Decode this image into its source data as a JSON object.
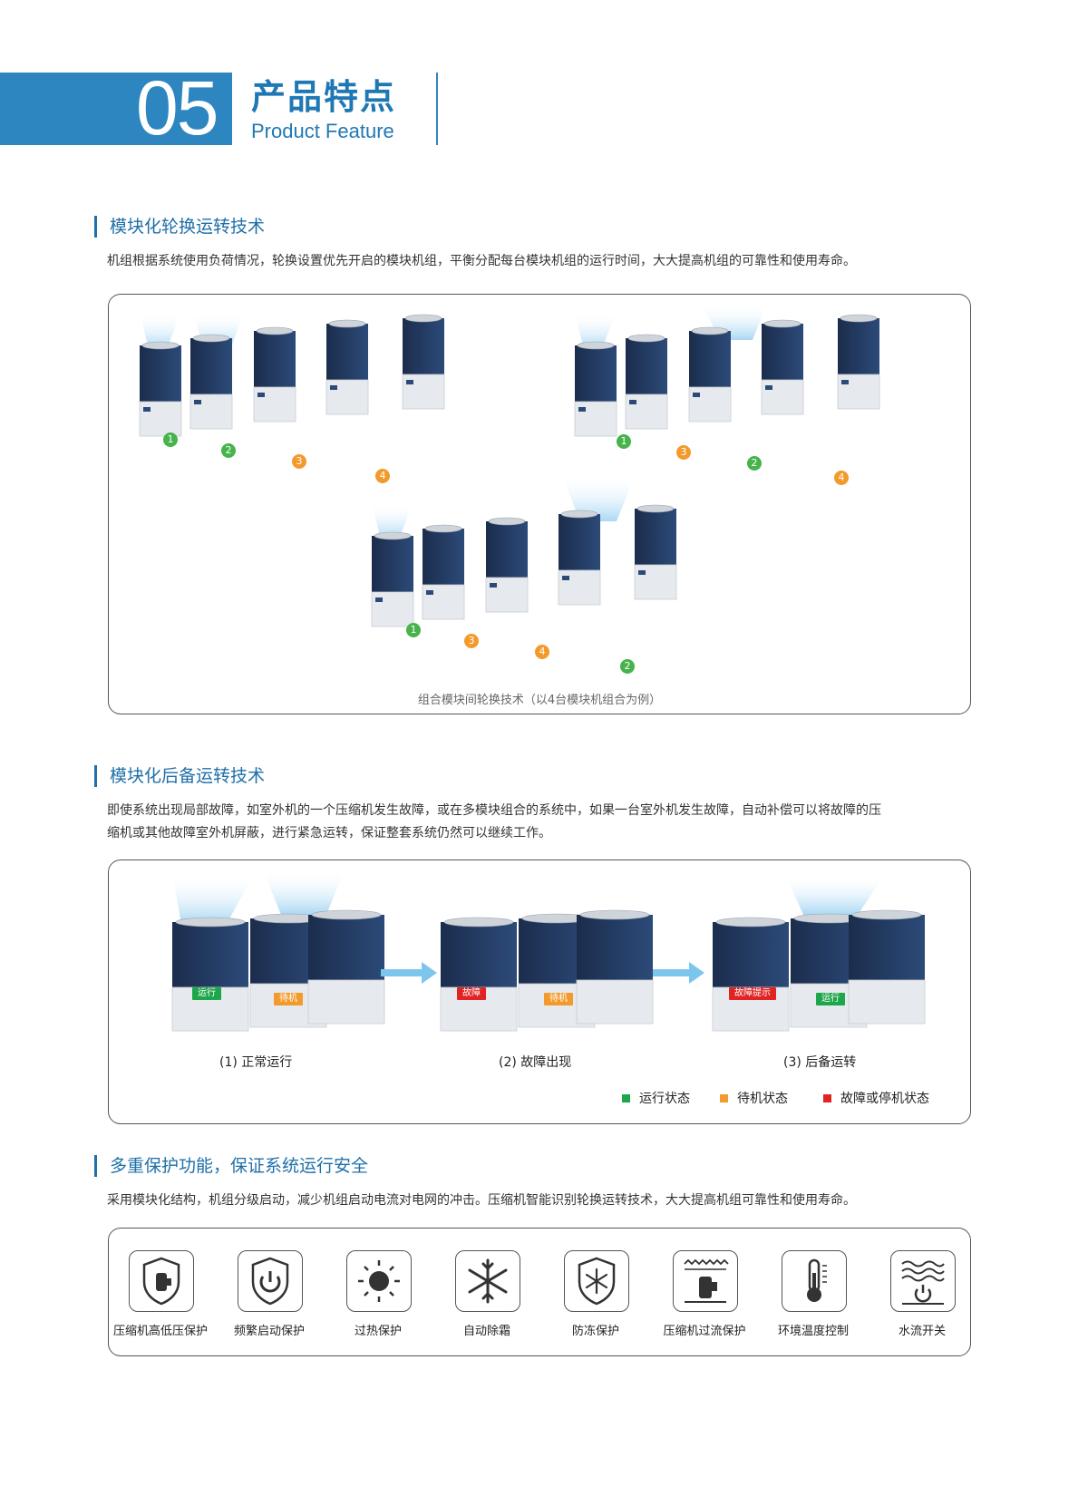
{
  "header": {
    "number": "05",
    "title_cn": "产品特点",
    "title_en": "Product Feature"
  },
  "section1": {
    "title": "模块化轮换运转技术",
    "desc": "机组根据系统使用负荷情况，轮换设置优先开启的模块机组，平衡分配每台模块机组的运行时间，大大提高机组的可靠性和使用寿命。",
    "caption": "组合模块间轮换技术（以4台模块机组合为例）",
    "groups": [
      {
        "badges": [
          "1",
          "2",
          "3",
          "4"
        ]
      },
      {
        "badges": [
          "1",
          "3",
          "2",
          "4"
        ]
      },
      {
        "badges": [
          "1",
          "3",
          "4",
          "2"
        ]
      }
    ]
  },
  "section2": {
    "title": "模块化后备运转技术",
    "desc_line1": "即使系统出现局部故障，如室外机的一个压缩机发生故障，或在多模块组合的系统中，如果一台室外机发生故障，自动补偿可以将故障的压",
    "desc_line2": "缩机或其他故障室外机屏蔽，进行紧急运转，保证整套系统仍然可以继续工作。",
    "stages": [
      {
        "label": "(1) 正常运行",
        "tag1": "运行",
        "tag2": "待机"
      },
      {
        "label": "(2) 故障出现",
        "tag1": "故障",
        "tag2": "待机"
      },
      {
        "label": "(3) 后备运转",
        "tag1": "故障提示",
        "tag2": "运行"
      }
    ],
    "legend": [
      {
        "label": "运行状态",
        "color": "#1ea64a"
      },
      {
        "label": "待机状态",
        "color": "#f39a2c"
      },
      {
        "label": "故障或停机状态",
        "color": "#e02424"
      }
    ]
  },
  "section3": {
    "title": "多重保护功能，保证系统运行安全",
    "desc": "采用模块化结构，机组分级启动，减少机组启动电流对电网的冲击。压缩机智能识别轮换运转技术，大大提高机组可靠性和使用寿命。",
    "icons": [
      {
        "label": "压缩机高低压保护",
        "icon": "shield-compressor-icon"
      },
      {
        "label": "频繁启动保护",
        "icon": "shield-power-icon"
      },
      {
        "label": "过热保护",
        "icon": "sun-icon"
      },
      {
        "label": "自动除霜",
        "icon": "snowflake-icon"
      },
      {
        "label": "防冻保护",
        "icon": "shield-snowflake-icon"
      },
      {
        "label": "压缩机过流保护",
        "icon": "compressor-current-icon"
      },
      {
        "label": "环境温度控制",
        "icon": "thermometer-icon"
      },
      {
        "label": "水流开关",
        "icon": "water-switch-icon"
      }
    ]
  }
}
